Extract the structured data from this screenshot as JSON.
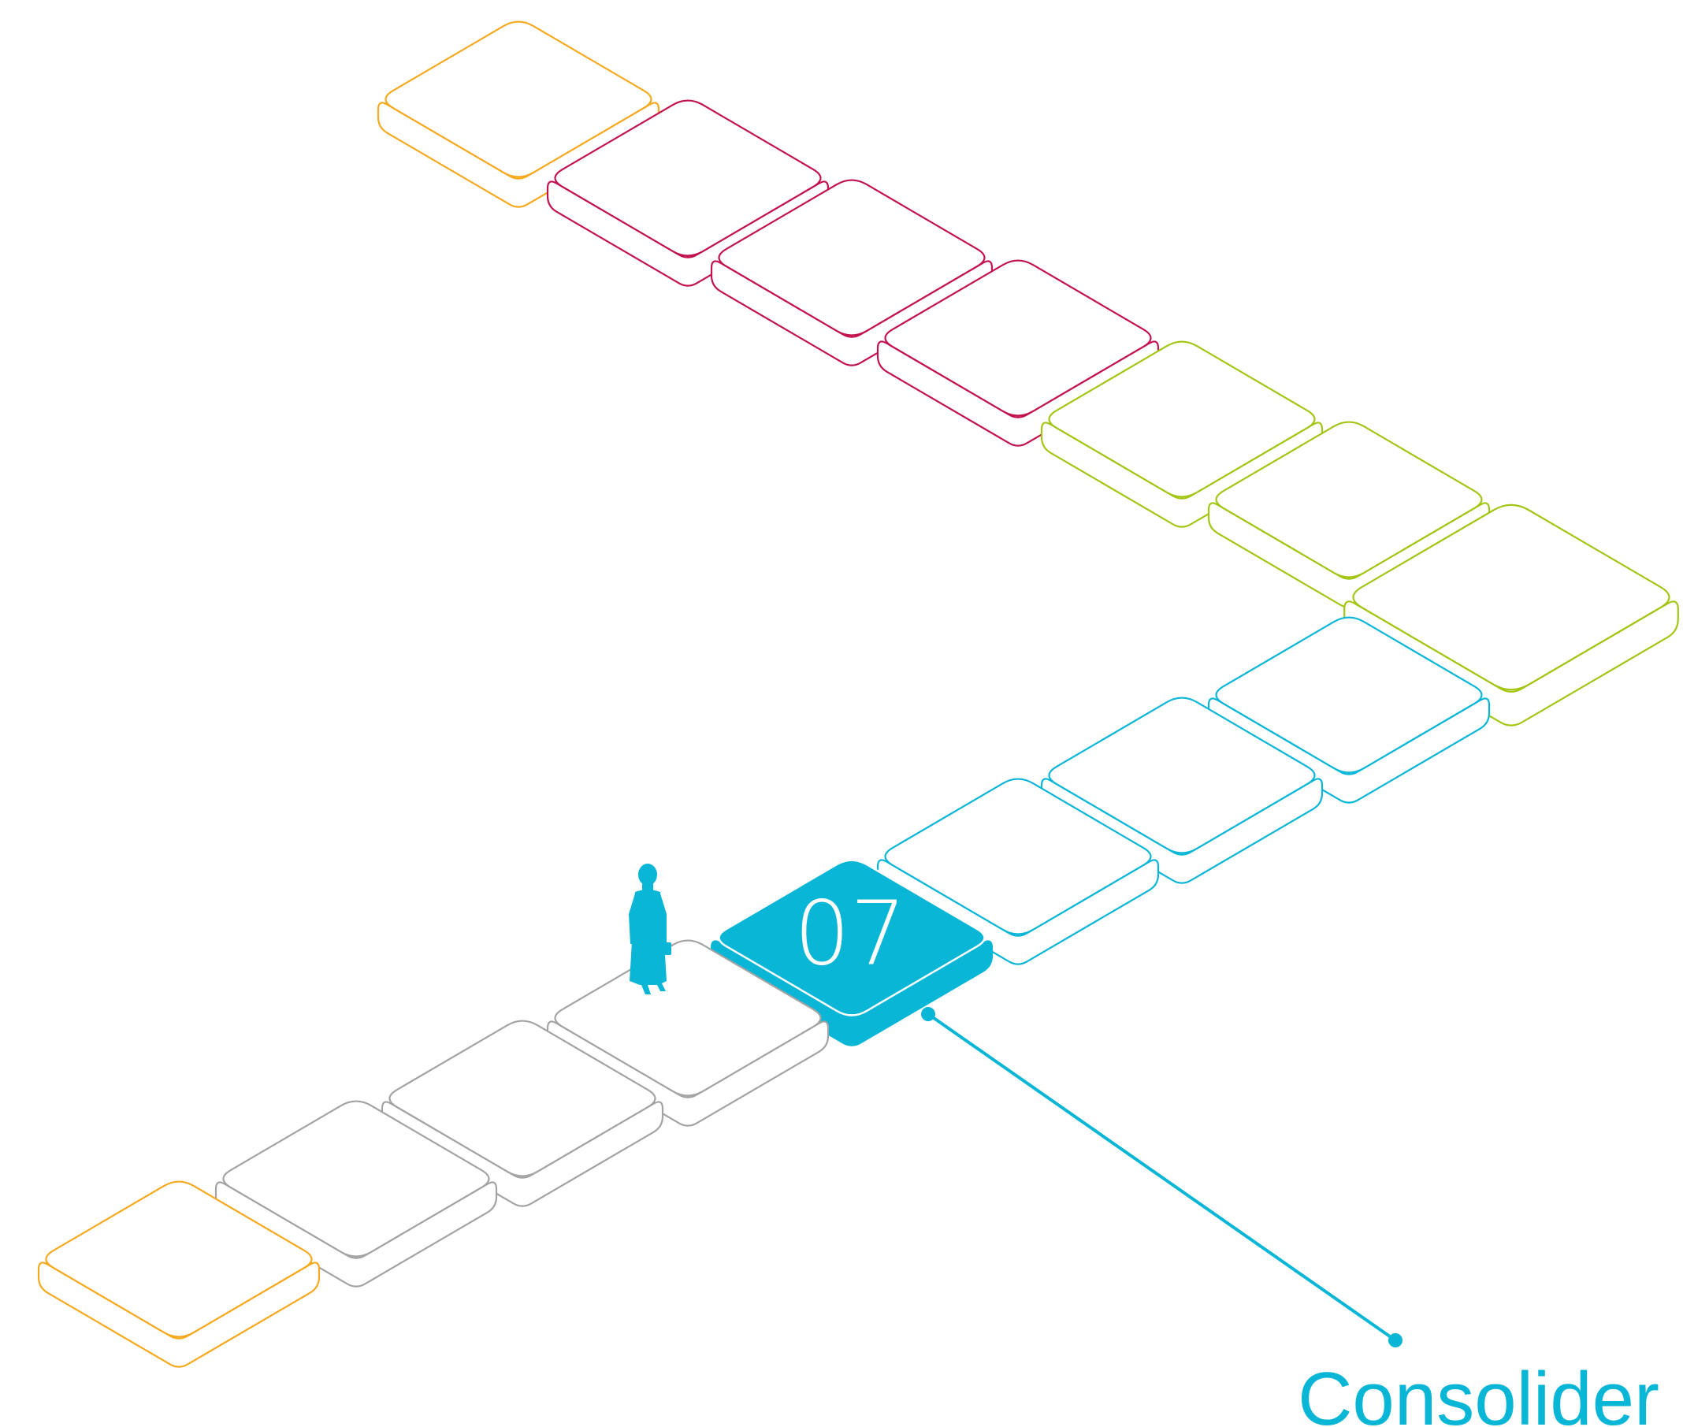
{
  "diagram": {
    "colors": {
      "orange": "#F5A91E",
      "magenta": "#C2124E",
      "lime": "#A3C614",
      "cyan": "#09B6D6",
      "gray": "#A3A3A3",
      "white": "#FFFFFF"
    },
    "steps": [
      {
        "id": "step-01",
        "color": "orange",
        "active": false
      },
      {
        "id": "step-02",
        "color": "magenta",
        "active": false
      },
      {
        "id": "step-03",
        "color": "magenta",
        "active": false
      },
      {
        "id": "step-04",
        "color": "magenta",
        "active": false
      },
      {
        "id": "step-05",
        "color": "lime",
        "active": false
      },
      {
        "id": "step-06",
        "color": "lime",
        "active": false
      },
      {
        "id": "step-07",
        "color": "lime",
        "active": false
      },
      {
        "id": "step-08",
        "color": "cyan",
        "active": false
      },
      {
        "id": "step-09",
        "color": "cyan",
        "active": false
      },
      {
        "id": "step-10",
        "color": "cyan",
        "active": false
      },
      {
        "id": "step-11",
        "color": "cyan",
        "active": true
      },
      {
        "id": "step-12",
        "color": "gray",
        "active": false
      },
      {
        "id": "step-13",
        "color": "gray",
        "active": false
      },
      {
        "id": "step-14",
        "color": "gray",
        "active": false
      },
      {
        "id": "step-15",
        "color": "orange",
        "active": false
      }
    ],
    "active_step_number": "07",
    "callout_label": "Consolider",
    "figure_icon": "walking-person-icon"
  }
}
